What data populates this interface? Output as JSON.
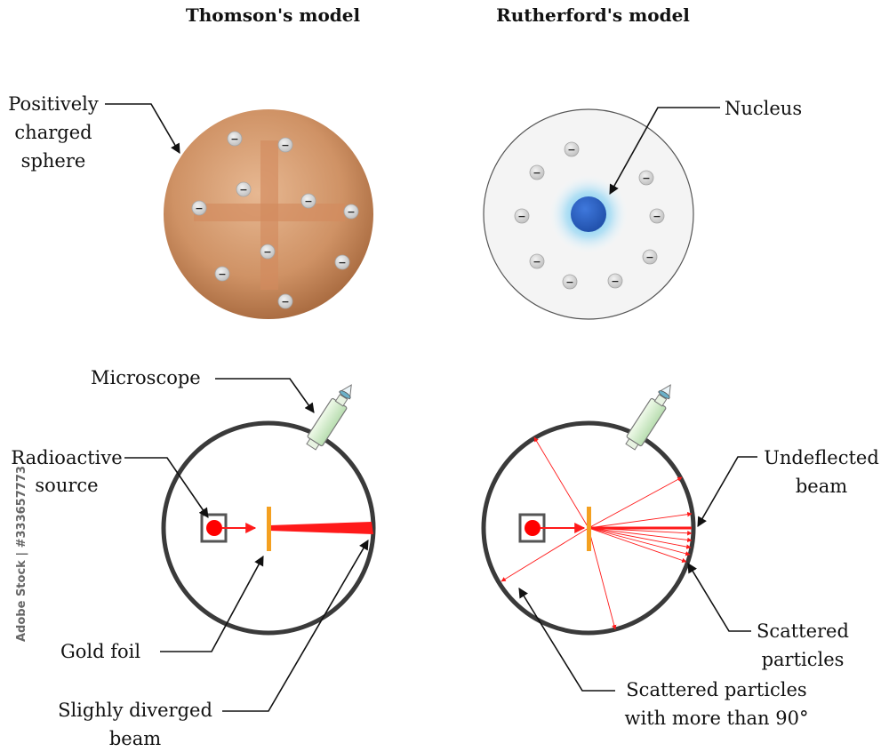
{
  "titles": {
    "thomson": "Thomson's model",
    "rutherford": "Rutherford's model"
  },
  "labels": {
    "positively_charged_sphere": [
      "Positively",
      "charged",
      "sphere"
    ],
    "nucleus": "Nucleus",
    "microscope": "Microscope",
    "radioactive_source": [
      "Radioactive",
      "source"
    ],
    "gold_foil": "Gold foil",
    "slightly_diverged_beam": [
      "Slighly diverged",
      "beam"
    ],
    "undeflected_beam": [
      "Undeflected",
      "beam"
    ],
    "scattered_particles": [
      "Scattered",
      "particles"
    ],
    "scattered_over_90": [
      "Scattered particles",
      "with more than 90°"
    ]
  },
  "electron_symbol": "−",
  "watermark_id": "Adobe Stock | #333657773",
  "colors": {
    "thomson_sphere": "#c98a5c",
    "nucleus": "#2a5fc4",
    "nucleus_glow": "#33b6f0",
    "beam": "#ff1a1a",
    "source": "#ff0000",
    "gold_foil": "#f4a020",
    "microscope": "#d9f0d0",
    "chamber": "#3a3a3a"
  }
}
